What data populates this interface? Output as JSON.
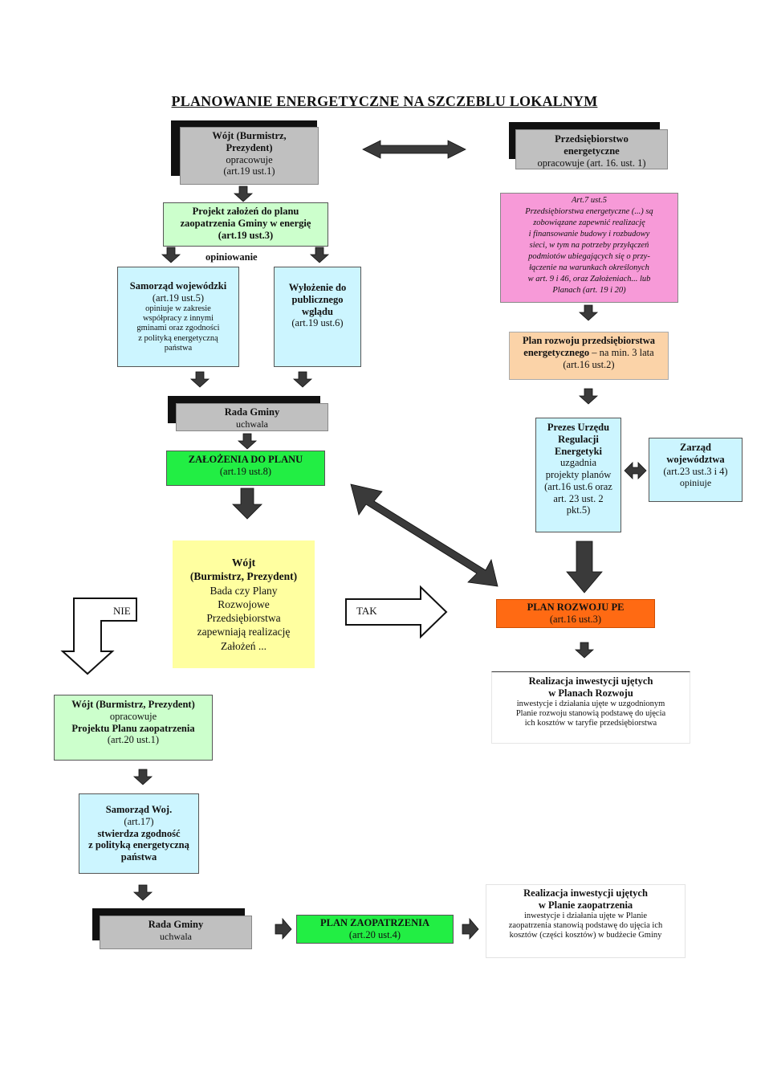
{
  "title": "PLANOWANIE ENERGETYCZNE NA SZCZEBLU LOKALNYM",
  "colors": {
    "grey": "#c0c0c0",
    "light_green": "#ccffcc",
    "light_cyan": "#ccf5ff",
    "pink": "#f79ad8",
    "peach": "#fbd3a8",
    "green": "#22ee44",
    "orange": "#ff6a13",
    "yellow": "#ffffa0",
    "arrow": "#3a3a3a"
  },
  "wojt": {
    "l1": "Wójt (Burmistrz,",
    "l2": "Prezydent)",
    "l3": "opracowuje",
    "l4": "(art.19 ust.1)"
  },
  "przeds": {
    "l1": "Przedsiębiorstwo",
    "l2": "energetyczne",
    "l3": "opracowuje (art. 16. ust. 1)"
  },
  "projekt": {
    "l1": "Projekt założeń do planu",
    "l2": "zaopatrzenia  Gminy w energię",
    "l3": "(art.19 ust.3)"
  },
  "opiniowanie": "opiniowanie",
  "art7": {
    "lines": [
      "Art.7 ust.5",
      "Przedsiębiorstwa energetyczne (...) są",
      "zobowiązane zapewnić realizację",
      "i finansowanie budowy i rozbudowy",
      "sieci, w tym na potrzeby przyłączeń",
      "podmiotów ubiegających się o przy-",
      "łączenie na warunkach określonych",
      "w art. 9 i 46, oraz Założeniach... lub",
      "Planach (art. 19 i 20)"
    ]
  },
  "samorzad": {
    "l1": "Samorząd wojewódzki",
    "l2": "(art.19 ust.5)",
    "l3": "opiniuje w zakresie",
    "l4": "współpracy z innymi",
    "l5": "gminami oraz zgodności",
    "l6": "z polityką energetyczną",
    "l7": "państwa"
  },
  "wylozenie": {
    "l1": "Wyłożenie do",
    "l2": "publicznego",
    "l3": "wglądu",
    "l4": "(art.19 ust.6)"
  },
  "plan_rozwoju": {
    "l1": "Plan rozwoju przedsiębiorstwa",
    "l2a": "energetycznego",
    "l2b": " – na min. 3 lata",
    "l3": "(art.16 ust.2)"
  },
  "rada1": {
    "l1": "Rada Gminy",
    "l2": "uchwala"
  },
  "zalozenia": {
    "l1": "ZAŁOŻENIA DO PLANU",
    "l2": "(art.19 ust.8)"
  },
  "prezes": {
    "l1": "Prezes Urzędu",
    "l2": "Regulacji",
    "l3": "Energetyki",
    "l4": "uzgadnia",
    "l5": "projekty planów",
    "l6": "(art.16 ust.6 oraz",
    "l7": "art. 23 ust. 2",
    "l8": "pkt.5)"
  },
  "zarzad": {
    "l1": "Zarząd",
    "l2": "województwa",
    "l3": "(art.23 ust.3 i 4)",
    "l4": "opiniuje"
  },
  "wojt_bada": {
    "l1": "Wójt",
    "l2": "(Burmistrz, Prezydent)",
    "l3": "Bada czy Plany",
    "l4": "Rozwojowe",
    "l5": "Przedsiębiorstwa",
    "l6": "zapewniają realizację",
    "l7": "Założeń ..."
  },
  "nie": "NIE",
  "tak": "TAK",
  "plan_pe": {
    "l1": "PLAN ROZWOJU PE",
    "l2": "(art.16 ust.3)"
  },
  "realiz1": {
    "l1": "Realizacja inwestycji ujętych",
    "l2": "w Planach Rozwoju",
    "l3": "inwestycje i działania ujęte w uzgodnionym",
    "l4": "Planie rozwoju stanowią podstawę do ujęcia",
    "l5": "ich kosztów w taryfie przedsiębiorstwa"
  },
  "wojt2": {
    "l1": "Wójt (Burmistrz, Prezydent)",
    "l2": "opracowuje",
    "l3": "Projektu Planu zaopatrzenia",
    "l4": "(art.20 ust.1)"
  },
  "samorzad2": {
    "l1": "Samorząd Woj.",
    "l2": "(art.17)",
    "l3": "stwierdza zgodność",
    "l4": "z polityką energetyczną",
    "l5": "państwa"
  },
  "rada2": {
    "l1": "Rada Gminy",
    "l2": "uchwala"
  },
  "plan_zaop": {
    "l1": "PLAN ZAOPATRZENIA",
    "l2": "(art.20 ust.4)"
  },
  "realiz2": {
    "l1": "Realizacja inwestycji ujętych",
    "l2": "w Planie zaopatrzenia",
    "l3": "inwestycje i działania ujęte w Planie",
    "l4": "zaopatrzenia stanowią podstawę do ujęcia ich",
    "l5": "kosztów (części kosztów) w budżecie Gminy"
  }
}
